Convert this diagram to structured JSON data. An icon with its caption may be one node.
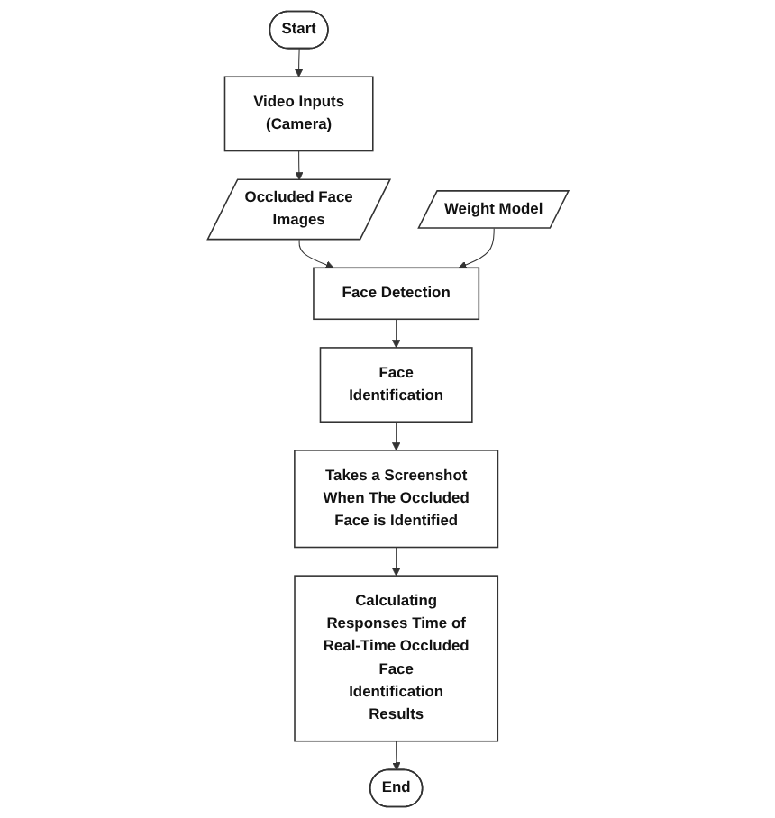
{
  "diagram": {
    "nodes": [
      {
        "text": [
          "Start"
        ]
      },
      {
        "text": [
          "Video Inputs (Camera)"
        ]
      },
      {
        "text": [
          "Occluded Face Images"
        ]
      },
      {
        "text": [
          "Weight Model"
        ]
      },
      {
        "text": [
          "Face Detection"
        ]
      },
      {
        "text": [
          "Face Identification"
        ]
      },
      {
        "text": [
          "Takes a Screenshot When The Occluded Face is Identified"
        ]
      },
      {
        "text": [
          "Calculating Responses Time of Real-Time Occluded Face Identification Results"
        ]
      },
      {
        "text": [
          "End"
        ]
      }
    ],
    "edges": [
      {
        "from": 0,
        "to": 1,
        "arrow": "to"
      },
      {
        "from": 1,
        "to": 2,
        "arrow": "to"
      },
      {
        "from": 2,
        "to": 4,
        "arrow": "to"
      },
      {
        "from": 3,
        "to": 4,
        "arrow": "to"
      },
      {
        "from": 4,
        "to": 5,
        "arrow": "to"
      },
      {
        "from": 5,
        "to": 6,
        "arrow": "to"
      },
      {
        "from": 6,
        "to": 7,
        "arrow": "to"
      },
      {
        "from": 7,
        "to": 8,
        "arrow": "to"
      }
    ]
  }
}
